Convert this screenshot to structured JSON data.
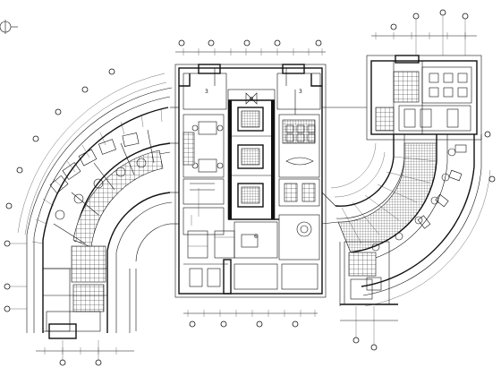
{
  "drawing": {
    "type": "architectural floor plan",
    "room_labels": [
      {
        "text": "3"
      },
      {
        "text": "3"
      },
      {
        "text": "6"
      }
    ],
    "icons": [
      "fan-symbol-icon"
    ]
  }
}
